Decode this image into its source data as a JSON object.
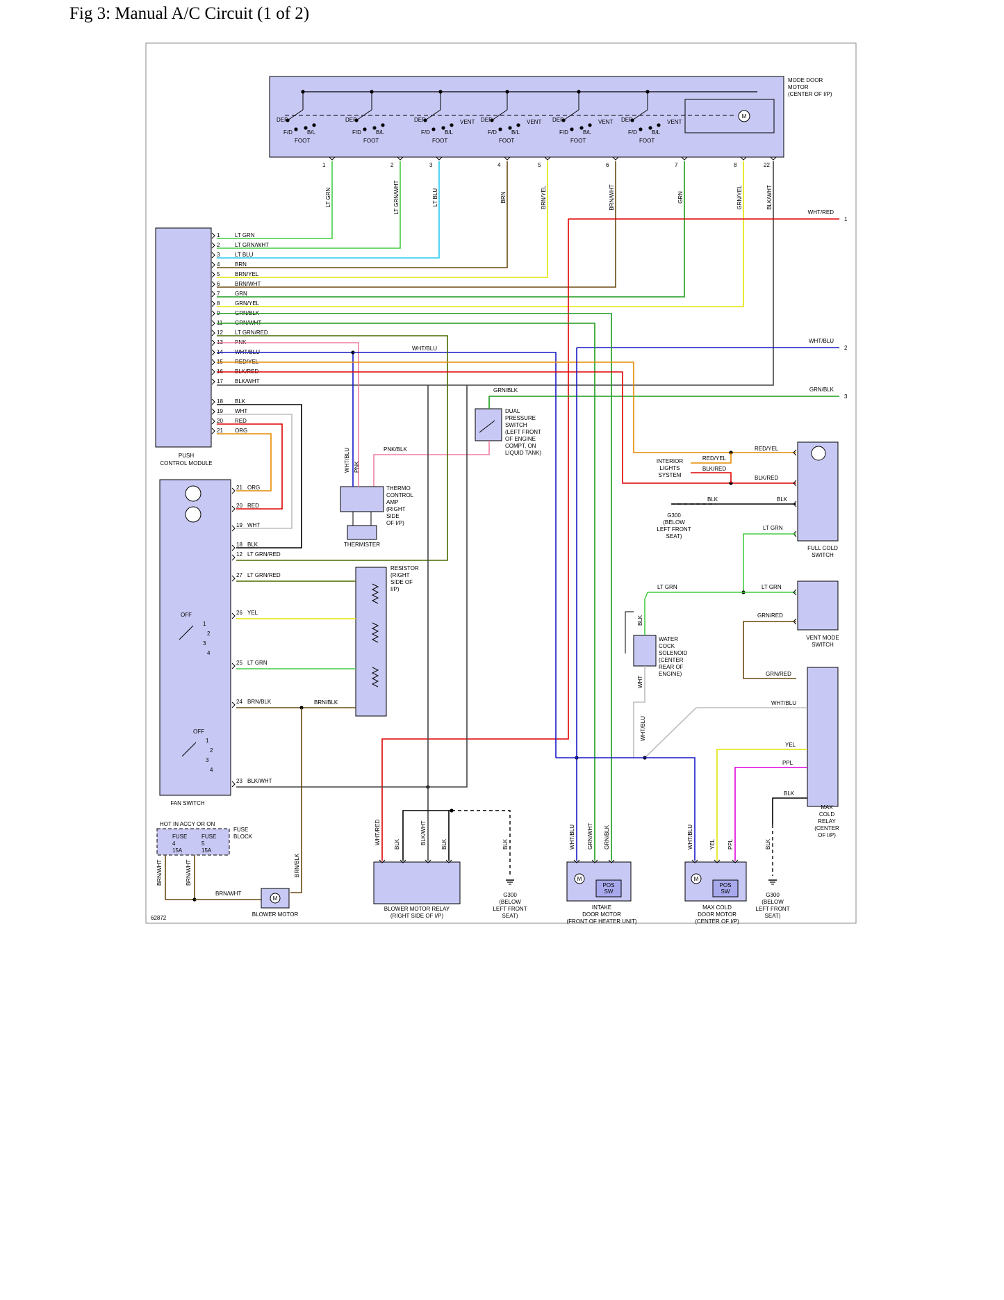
{
  "title": "Fig 3: Manual A/C Circuit (1 of 2)",
  "figure_id": "62872",
  "colors": {
    "component_fill": "#c8c8f4",
    "lt_grn": "#44cc44",
    "lt_blu": "#22ccee",
    "brn": "#6b4a12",
    "yel": "#e4e400",
    "grn": "#1a9c1a",
    "blk": "#000000",
    "red": "#e00000",
    "org": "#e68a00",
    "pnk": "#f07fa0",
    "blu": "#1818c8",
    "wht": "#bdbdbd",
    "ppl": "#e000e0",
    "dkgrn": "#4a6a00"
  },
  "mode_door_motor": {
    "label": [
      "MODE DOOR",
      "MOTOR",
      "(CENTER OF I/P)"
    ],
    "switch_labels": {
      "def": "DEF",
      "fd": "F/D",
      "bl": "B/L",
      "foot": "FOOT",
      "vent": "VENT"
    },
    "pins": [
      {
        "num": "1",
        "wire": "LT GRN"
      },
      {
        "num": "2",
        "wire": "LT GRN/WHT"
      },
      {
        "num": "3",
        "wire": "LT BLU"
      },
      {
        "num": "4",
        "wire": "BRN"
      },
      {
        "num": "5",
        "wire": "BRN/YEL"
      },
      {
        "num": "6",
        "wire": "BRN/WHT"
      },
      {
        "num": "7",
        "wire": "GRN"
      },
      {
        "num": "8",
        "wire": "GRN/YEL"
      },
      {
        "num": "22",
        "wire": "BLK/WHT"
      }
    ],
    "motor_symbol": "M"
  },
  "push_control_module": {
    "label": [
      "PUSH",
      "CONTROL MODULE"
    ],
    "pins": [
      {
        "num": "1",
        "wire": "LT GRN"
      },
      {
        "num": "2",
        "wire": "LT GRN/WHT"
      },
      {
        "num": "3",
        "wire": "LT BLU"
      },
      {
        "num": "4",
        "wire": "BRN"
      },
      {
        "num": "5",
        "wire": "BRN/YEL"
      },
      {
        "num": "6",
        "wire": "BRN/WHT"
      },
      {
        "num": "7",
        "wire": "GRN"
      },
      {
        "num": "8",
        "wire": "GRN/YEL"
      },
      {
        "num": "9",
        "wire": "GRN/BLK"
      },
      {
        "num": "11",
        "wire": "GRN/WHT"
      },
      {
        "num": "12",
        "wire": "LT GRN/RED"
      },
      {
        "num": "13",
        "wire": "PNK"
      },
      {
        "num": "14",
        "wire": "WHT/BLU"
      },
      {
        "num": "15",
        "wire": "RED/YEL"
      },
      {
        "num": "16",
        "wire": "BLK/RED"
      },
      {
        "num": "17",
        "wire": "BLK/WHT"
      },
      {
        "num": "18",
        "wire": "BLK"
      },
      {
        "num": "19",
        "wire": "WHT"
      },
      {
        "num": "20",
        "wire": "RED"
      },
      {
        "num": "21",
        "wire": "ORG"
      }
    ]
  },
  "fan_switch": {
    "label": "FAN SWITCH",
    "pins": [
      {
        "num": "21",
        "wire": "ORG"
      },
      {
        "num": "20",
        "wire": "RED"
      },
      {
        "num": "19",
        "wire": "WHT"
      },
      {
        "num": "18",
        "wire": "BLK"
      },
      {
        "num": "12",
        "wire": "LT GRN/RED"
      },
      {
        "num": "27",
        "wire": "LT GRN/RED"
      },
      {
        "num": "26",
        "wire": "YEL"
      },
      {
        "num": "25",
        "wire": "LT GRN"
      },
      {
        "num": "24",
        "wire": "BRN/BLK"
      },
      {
        "num": "23",
        "wire": "BLK/WHT"
      }
    ],
    "positions": [
      "OFF",
      "1",
      "2",
      "3",
      "4"
    ]
  },
  "offpage_connectors": [
    {
      "num": "1",
      "wire": "WHT/RED"
    },
    {
      "num": "2",
      "wire": "WHT/BLU"
    },
    {
      "num": "3",
      "wire": "GRN/BLK"
    }
  ],
  "wire_labels": {
    "wht_blu": "WHT/BLU",
    "grn_blk": "GRN/BLK",
    "pnk_blk": "PNK/BLK",
    "pnk": "PNK",
    "red_yel": "RED/YEL",
    "blk_red": "BLK/RED",
    "blk": "BLK",
    "lt_grn": "LT GRN",
    "grn_red": "GRN/RED",
    "yel": "YEL",
    "ppl": "PPL",
    "wht": "WHT",
    "brn_blk": "BRN/BLK",
    "brn_wht": "BRN/WHT",
    "wht_red": "WHT/RED",
    "blk_wht": "BLK/WHT",
    "grn_wht": "GRN/WHT"
  },
  "dual_pressure_switch": [
    "DUAL",
    "PRESSURE",
    "SWITCH",
    "(LEFT FRONT",
    "OF ENGINE",
    "COMPT, ON",
    "LIQUID TANK)"
  ],
  "thermo_control_amp": [
    "THERMO",
    "CONTROL",
    "AMP",
    "(RIGHT",
    "SIDE",
    "OF I/P)"
  ],
  "thermister": "THERMISTER",
  "resistor": [
    "RESISTOR",
    "(RIGHT",
    "SIDE OF",
    "I/P)"
  ],
  "interior_lights": [
    "INTERIOR",
    "LIGHTS",
    "SYSTEM"
  ],
  "full_cold_switch": [
    "FULL COLD",
    "SWITCH"
  ],
  "vent_mode_switch": [
    "VENT MODE",
    "SWITCH"
  ],
  "max_cold_relay": [
    "MAX",
    "COLD",
    "RELAY",
    "(CENTER",
    "OF I/P)"
  ],
  "water_cock_solenoid": [
    "WATER",
    "COCK",
    "SOLENOID",
    "(CENTER",
    "REAR OF",
    "ENGINE)"
  ],
  "ground_g300": [
    "G300",
    "(BELOW",
    "LEFT FRONT",
    "SEAT)"
  ],
  "fuse_block": {
    "hot_label": "HOT IN ACCY OR ON",
    "label": [
      "FUSE",
      "BLOCK"
    ],
    "fuses": [
      {
        "name": "FUSE",
        "num": "4",
        "amps": "15A"
      },
      {
        "name": "FUSE",
        "num": "5",
        "amps": "15A"
      }
    ]
  },
  "blower_motor": {
    "label": "BLOWER MOTOR",
    "symbol": "M"
  },
  "blower_motor_relay": [
    "BLOWER MOTOR RELAY",
    "(RIGHT SIDE OF I/P)"
  ],
  "intake_door_motor": {
    "label": [
      "INTAKE",
      "DOOR MOTOR",
      "(FRONT OF HEATER UNIT)"
    ],
    "pos_sw": [
      "POS",
      "SW"
    ],
    "symbol": "M"
  },
  "max_cold_door_motor": {
    "label": [
      "MAX COLD",
      "DOOR MOTOR",
      "(CENTER OF I/P)"
    ],
    "pos_sw": [
      "POS",
      "SW"
    ],
    "symbol": "M"
  }
}
